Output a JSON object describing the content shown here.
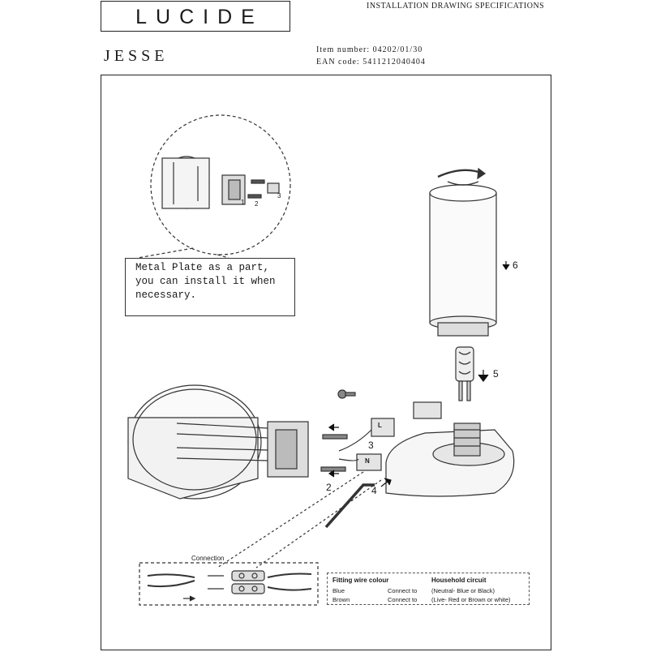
{
  "header": {
    "logo_text": "LUCIDE",
    "spec_title": "INSTALLATION DRAWING SPECIFICATIONS",
    "product_name": "JESSE",
    "item_number": "Item number: 04202/01/30",
    "ean_code": "EAN code: 5411212040404"
  },
  "note": {
    "line1": "Metal Plate as a part,",
    "line2": "you can install it when",
    "line3": "necessary."
  },
  "steps": {
    "inset_1": "1",
    "inset_2": "2",
    "inset_3": "3",
    "main_2": "2",
    "main_3": "3",
    "main_4": "4",
    "main_5": "5",
    "main_6": "6"
  },
  "terminal_labels": {
    "n": "N",
    "l": "L"
  },
  "connection": {
    "title": "Connection",
    "fitting_header": "Fitting wire colour",
    "household_header": "Household circuit",
    "rows": [
      {
        "colour": "Blue",
        "connect": "Connect to",
        "circuit": "(Neutral- Blue or Black)"
      },
      {
        "colour": "Brown",
        "connect": "Connect to",
        "circuit": "(Live- Red or Brown or white)"
      }
    ]
  }
}
